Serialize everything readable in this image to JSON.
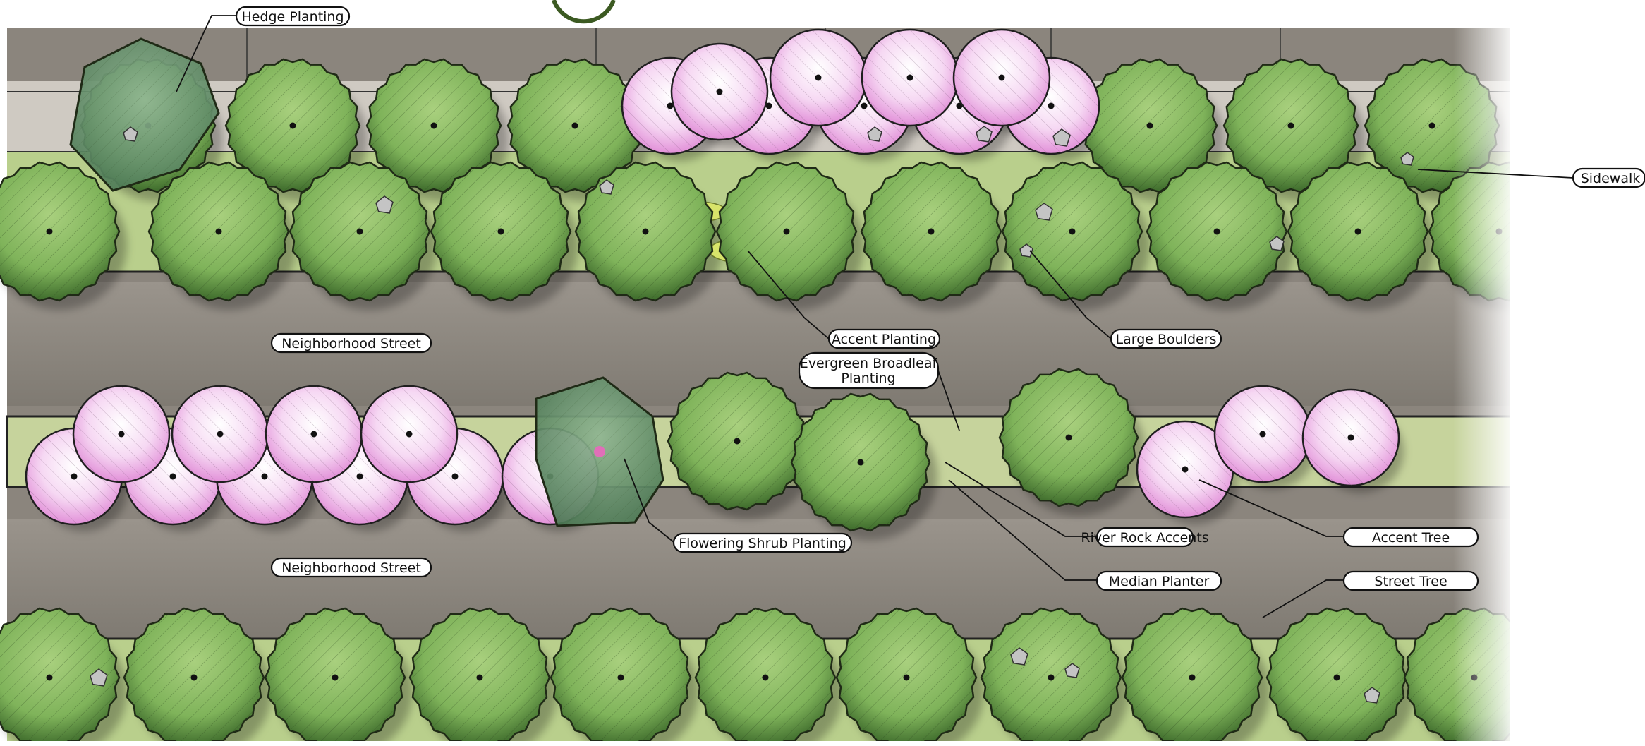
{
  "labels": {
    "hedge_planting": "Hedge Planting",
    "sidewalk": "Sidewalk",
    "accent_planting": "Accent Planting",
    "large_boulders": "Large Boulders",
    "neighborhood_street_top": "Neighborhood Street",
    "neighborhood_street_bottom": "Neighborhood Street",
    "evergreen_line1": "Evergreen Broadleaf",
    "evergreen_line2": "Planting",
    "flowering_shrub": "Flowering Shrub Planting",
    "river_rock": "River Rock Accents",
    "accent_tree": "Accent Tree",
    "median_planter": "Median Planter",
    "street_tree": "Street Tree"
  },
  "colors": {
    "street_tree": "#7fb35a",
    "street_tree_edge": "#3f5f2a",
    "accent_tree": "#f2c4ee",
    "accent_tree_center": "#ffffff",
    "hedge": "#6f9a73",
    "pavement": "#8b857d",
    "planting_strip": "#b9cf8c",
    "accent_planting": "#d8e46a",
    "boulder": "#b8b8b8",
    "flower_dot": "#e06fb8"
  }
}
